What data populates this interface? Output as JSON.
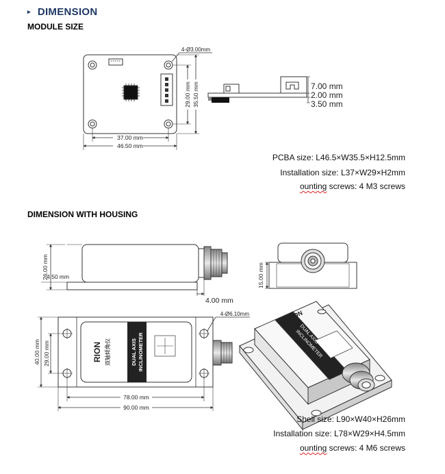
{
  "header": {
    "marker": "▸",
    "title": "DIMENSION"
  },
  "module": {
    "subtitle": "MODULE SIZE",
    "hole_label": "4-Ø3.00mm",
    "dim_w_inner": "37.00 mm",
    "dim_w_outer": "46.50 mm",
    "dim_h_inner": "29.00 mm",
    "dim_h_outer": "35.50 mm",
    "side_dims": [
      "7.00 mm",
      "2.00 mm",
      "3.50 mm"
    ],
    "specs": {
      "pcba": "PCBA size: L46.5×W35.5×H12.5mm",
      "install": "Installation size: L37×W29×H2mm",
      "screws_prefix": "ounting",
      "screws_rest": " screws: 4 M3 screws"
    }
  },
  "housing": {
    "subtitle": "DIMENSION WITH HOUSING",
    "front_height": "26.00 mm",
    "front_flange": "4.50 mm",
    "front_depth": "4.00 mm",
    "end_height": "15.00 mm",
    "hole_label": "4-Ø6.10mm",
    "dim_h_outer": "40.00 mm",
    "dim_h_inner": "29.00 mm",
    "dim_w_inner": "78.00 mm",
    "dim_w_outer": "90.00 mm",
    "label_line1": "DUAL AXIS",
    "label_line2": "INCLINOMETER",
    "label_cn": "双轴倾角仪",
    "brand": "RION",
    "specs": {
      "shell": "Shell size: L90×W40×H26mm",
      "install": "Installation size: L78×W29×H4.5mm",
      "screws_prefix": "ounting",
      "screws_rest": " screws: 4 M6 screws"
    }
  }
}
